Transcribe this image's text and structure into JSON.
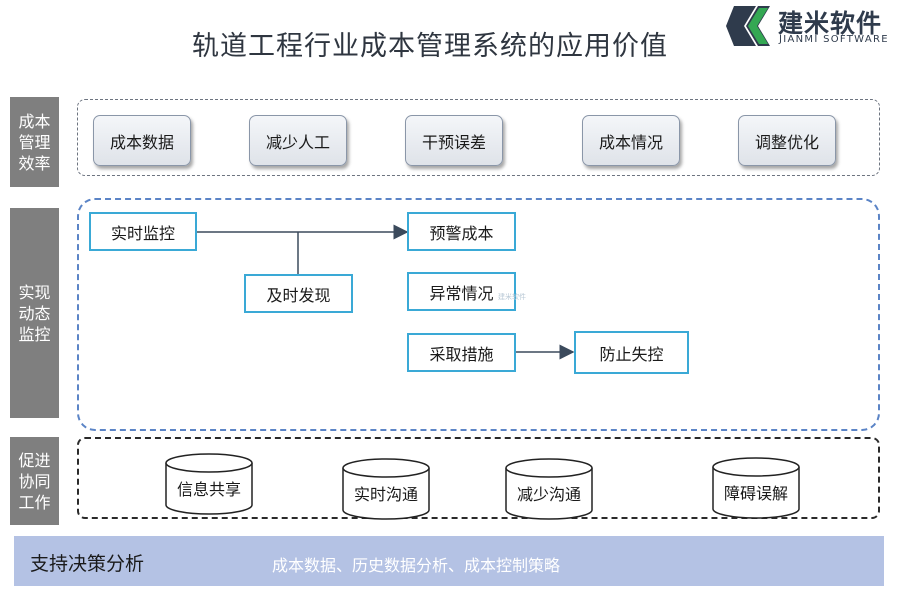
{
  "title": "轨道工程行业成本管理系统的应用价值",
  "logo": {
    "name": "建米软件",
    "sub": "JIANMI SOFTWARE",
    "icon": "jianmi-logo-icon"
  },
  "sections": {
    "efficiency": {
      "label": "成本管理效率",
      "items": [
        "成本数据",
        "减少人工",
        "干预误差",
        "成本情况",
        "调整优化"
      ]
    },
    "monitoring": {
      "label": "实现动态监控",
      "nodes": {
        "realtime_monitor": "实时监控",
        "timely_discovery": "及时发现",
        "early_warning": "预警成本",
        "anomaly": "异常情况",
        "measures": "采取措施",
        "prevent": "防止失控"
      },
      "watermark": "建米软件"
    },
    "collaboration": {
      "label": "促进协同工作",
      "items": [
        "信息共享",
        "实时沟通",
        "减少沟通",
        "障碍误解"
      ]
    }
  },
  "footer": {
    "title": "支持决策分析",
    "desc": "成本数据、历史数据分析、成本控制策略"
  },
  "colors": {
    "category_bg": "#7f7f7f",
    "flow_border": "#3aa9d6",
    "panel2_border": "#5b84c6",
    "footer_bg": "#b4c2e4",
    "arrow": "#3b4a5c"
  }
}
